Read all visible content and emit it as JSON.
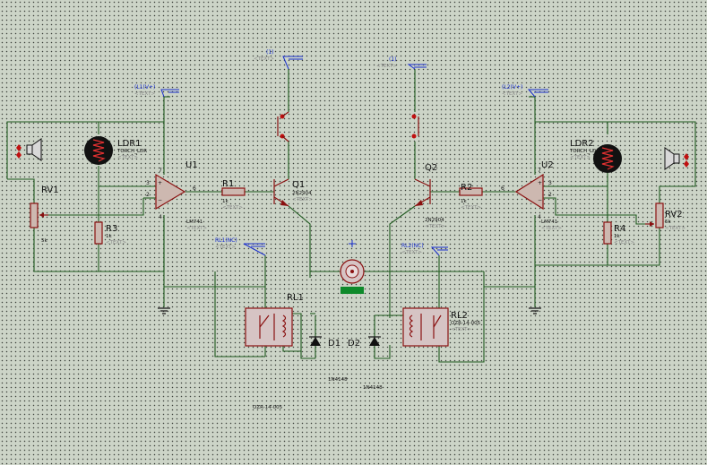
{
  "labels": {
    "ldr1": "LDR1",
    "ldr1_part": "TORCH_LDR",
    "ldr1_text": "<TEXT>",
    "ldr2": "LDR2",
    "ldr2_part": "TORCH_LD",
    "ldr2_text": "<TEXT>",
    "u1": "U1",
    "u1_part": "LM741",
    "u1_text": "<TEXT>",
    "u2": "U2",
    "u2_part": "LM741",
    "u2_text": "<TEXT>",
    "q1": "Q1",
    "q1_part": "2N2904",
    "q1_text": "<TEXT>",
    "q2": "Q2",
    "q2_part": "2N2904",
    "q2_text": "<TEXT>",
    "r1": "R1",
    "r1_val": "1k",
    "r1_text": "<TEXT>",
    "r2": "R2",
    "r2_val": "1k",
    "r2_text": "<TEXT>",
    "r3": "R3",
    "r3_val": "1k",
    "r3_text": "<TEXT>",
    "r4": "R4",
    "r4_val": "1k",
    "r4_text": "<TEXT>",
    "rv1": "RV1",
    "rv1_val": "5k",
    "rv2": "RV2",
    "rv2_val": "5k",
    "rv2_text": "<TEXT>",
    "rl1": "RL1",
    "rl1_part": "OZR-14-005",
    "rl2": "RL2",
    "rl2_part": "OZR-14-005",
    "rl2_text": "<TEXT>",
    "d1": "D1",
    "d1_part": "1N4148",
    "d2": "D2",
    "d2_part": "1N4148",
    "term_1a": "(1)",
    "term_1a_text": "<TEXT>",
    "term_1b": "(1)",
    "term_1b_text": "<TEXT>",
    "term_l1v": "(L1(V+)",
    "term_l1v_text": "<TEXT>",
    "term_l2v": "(L2(V+)",
    "term_l2v_text": "<TEXT>",
    "term_rl1nc": "RL1(NC)",
    "term_rl1nc_text": "<TEXT>",
    "term_rl2nc": "RL2(NC)",
    "term_rl2nc_text": "<TEXT>",
    "pin_3a": "3",
    "pin_2a": "2",
    "pin_6a": "6",
    "pin_7a": "7",
    "pin_4a": "4",
    "pin_3b": "3",
    "pin_2b": "2",
    "pin_6b": "6",
    "pin_7b": "7",
    "pin_4b": "4"
  },
  "colors": {
    "background": "#ccd4c7",
    "wire": "#1f5a1f",
    "component": "#8a1010",
    "terminal": "#1a2fcf",
    "motor_label": "#0e8a2a"
  }
}
